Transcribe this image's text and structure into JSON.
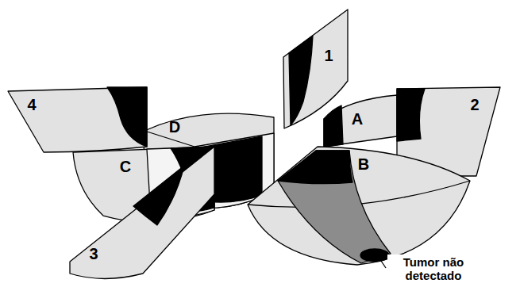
{
  "diagram": {
    "labels": [
      "1",
      "4",
      "D",
      "A",
      "2",
      "C",
      "B",
      "3",
      "Tumor não detectado"
    ]
  }
}
